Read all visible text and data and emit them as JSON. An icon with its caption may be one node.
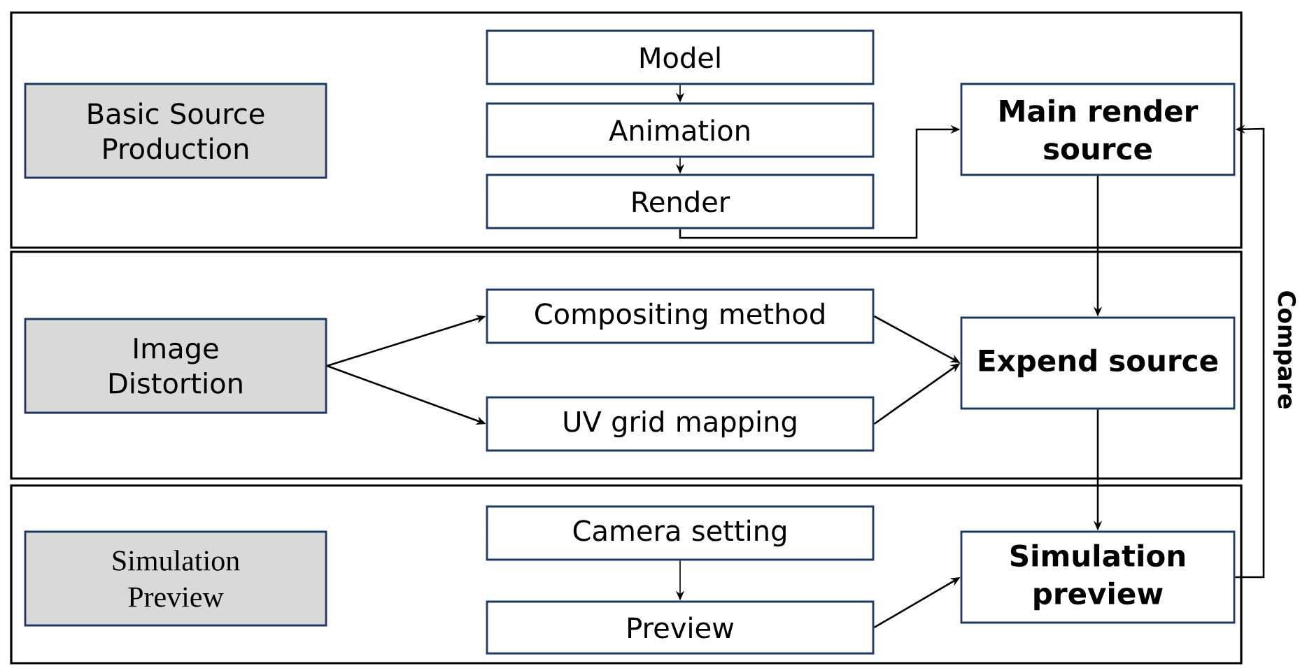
{
  "diagram": {
    "nodes": [
      {
        "text": [],
        "shape": "box"
      },
      {
        "text": [
          "Basic Source Production"
        ],
        "in": 0
      },
      {
        "text": [
          "Model"
        ],
        "in": 0
      },
      {
        "text": [
          "Animation"
        ],
        "in": 0
      },
      {
        "text": [
          "Render"
        ],
        "in": 0
      },
      {
        "text": [
          "Main render source"
        ],
        "in": 0
      },
      {
        "text": [],
        "shape": "box"
      },
      {
        "text": [
          "Image Distortion"
        ],
        "in": 6
      },
      {
        "text": [
          "Compositing method"
        ],
        "in": 6
      },
      {
        "text": [
          "UV grid mapping"
        ],
        "in": 6
      },
      {
        "text": [
          "Expend source"
        ],
        "in": 6
      },
      {
        "text": [],
        "shape": "box"
      },
      {
        "text": [
          "Simulation Preview"
        ],
        "in": 11
      },
      {
        "text": [
          "Camera setting"
        ],
        "in": 11
      },
      {
        "text": [
          "Preview"
        ],
        "in": 11
      },
      {
        "text": [
          "Simulation preview"
        ],
        "in": 11
      }
    ],
    "edges": [
      {
        "from": 2,
        "to": 3,
        "arrow": "to"
      },
      {
        "from": 3,
        "to": 4,
        "arrow": "to"
      },
      {
        "from": 4,
        "to": 5,
        "arrow": "to"
      },
      {
        "from": 5,
        "to": 10,
        "arrow": "to"
      },
      {
        "from": 7,
        "to": 8,
        "arrow": "to"
      },
      {
        "from": 7,
        "to": 9,
        "arrow": "to"
      },
      {
        "from": 8,
        "to": 10,
        "arrow": "to"
      },
      {
        "from": 9,
        "to": 10,
        "arrow": "to"
      },
      {
        "from": 10,
        "to": 15,
        "arrow": "to"
      },
      {
        "from": 13,
        "to": 14,
        "arrow": "to"
      },
      {
        "from": 14,
        "to": 15,
        "arrow": "to"
      },
      {
        "from": 15,
        "to": 5,
        "arrow": "to",
        "label": "Compare"
      }
    ]
  }
}
